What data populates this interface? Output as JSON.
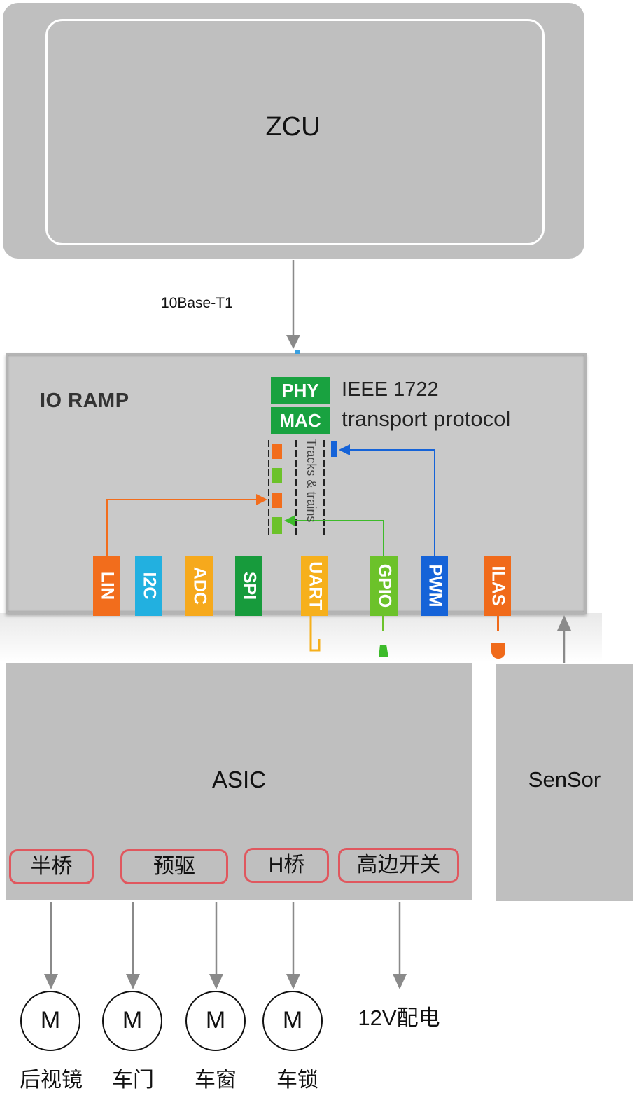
{
  "zcu": {
    "label": "ZCU"
  },
  "link": {
    "label": "10Base-T1"
  },
  "io_ramp": {
    "title": "IO RAMP",
    "phy": "PHY",
    "mac": "MAC",
    "standard": "IEEE 1722",
    "protocol": "transport protocol",
    "tracks_label": "Tracks & trains",
    "pins": [
      {
        "label": "LIN",
        "color": "#f26d1c"
      },
      {
        "label": "I2C",
        "color": "#22b0e0"
      },
      {
        "label": "ADC",
        "color": "#f6a91c"
      },
      {
        "label": "SPI",
        "color": "#179b3c"
      },
      {
        "label": "UART",
        "color": "#f6b01c"
      },
      {
        "label": "GPIO",
        "color": "#6cc22a"
      },
      {
        "label": "PWM",
        "color": "#1563d8"
      },
      {
        "label": "ILAS",
        "color": "#f06a1a"
      }
    ]
  },
  "asic": {
    "label": "ASIC",
    "blocks": [
      "半桥",
      "预驱",
      "H桥",
      "高边开关"
    ]
  },
  "sensor": {
    "label": "SenSor"
  },
  "motors": [
    {
      "symbol": "M",
      "label": "后视镜"
    },
    {
      "symbol": "M",
      "label": "车门"
    },
    {
      "symbol": "M",
      "label": "车窗"
    },
    {
      "symbol": "M",
      "label": "车锁"
    }
  ],
  "power": {
    "label": "12V配电"
  },
  "colors": {
    "box": "#bfbfbf",
    "block_border": "#e0575e",
    "arrow": "#8a8a8a",
    "tag_green": "#19a240"
  }
}
